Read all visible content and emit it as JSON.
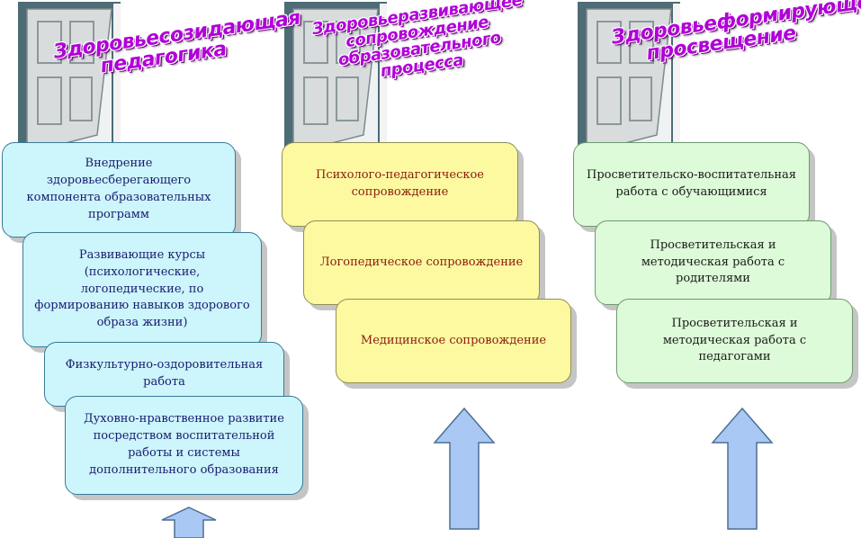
{
  "columns": [
    {
      "title": "Здоровьесозидающая\nпедагогика",
      "color": "#ccf6fb",
      "boxes": [
        "Внедрение здоровьесберегающего компонента образовательных программ",
        "Развивающие курсы (психологические, логопедические, по формированию навыков здорового образа жизни)",
        "Физкультурно-оздоровительная работа",
        "Духовно-нравственное развитие посредством воспитательной работы и системы дополнительного образования"
      ]
    },
    {
      "title": "Здоровьеразвивающее\nсопровождение\nобразовательного\nпроцесса",
      "color": "#fdf9a1",
      "boxes": [
        "Психолого-педагогическое сопровождение",
        "Логопедическое сопровождение",
        "Медицинское сопровождение"
      ]
    },
    {
      "title": "Здоровьеформирующее\nпросвещение",
      "color": "#ddfbd8",
      "boxes": [
        "Просветительско-воспитательная работа с обучающимися",
        "Просветительская и методическая работа с родителями",
        "Просветительская и методическая работа с педагогами"
      ]
    }
  ],
  "icons": {
    "door": "open-door-icon",
    "arrow": "up-arrow-icon"
  },
  "colors": {
    "title": "#b000d8",
    "arrow": "#a9c8f4",
    "door_frame": "#4d6c75"
  }
}
